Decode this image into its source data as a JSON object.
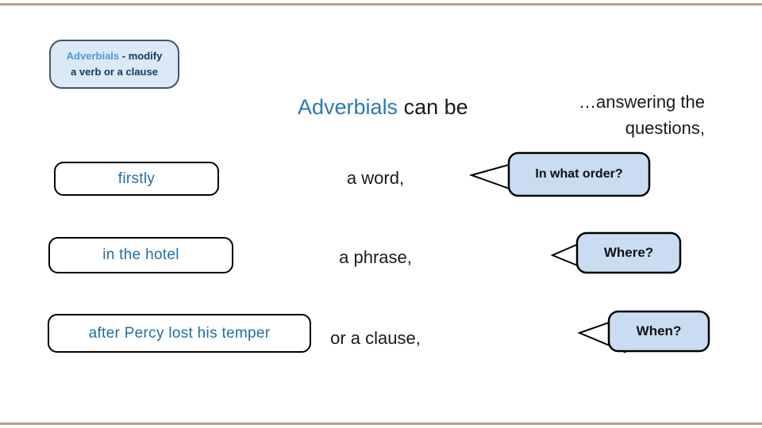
{
  "slide": {
    "definition_box": {
      "term": "Adverbials",
      "rest_line1": " - modify",
      "line2": "a verb or a clause"
    },
    "title": {
      "term": "Adverbials",
      "rest": " can be"
    },
    "answering_note": "…answering the\nquestions,",
    "examples": [
      {
        "text": "firstly"
      },
      {
        "text": "in the hotel"
      },
      {
        "text": "after Percy lost his temper"
      }
    ],
    "forms": [
      "a word,",
      "a phrase,",
      "or a clause,"
    ],
    "questions": [
      "In what order?",
      "Where?",
      "When?"
    ],
    "colors": {
      "accent_blue": "#2a79b3",
      "example_text": "#1e6fa7",
      "bubble_fill": "#c9dcf2",
      "definition_fill": "#dbe9f6",
      "definition_border": "#44546a",
      "definition_term": "#4d9bd5",
      "definition_text": "#17365d",
      "border_rule": "#b3a084"
    }
  }
}
